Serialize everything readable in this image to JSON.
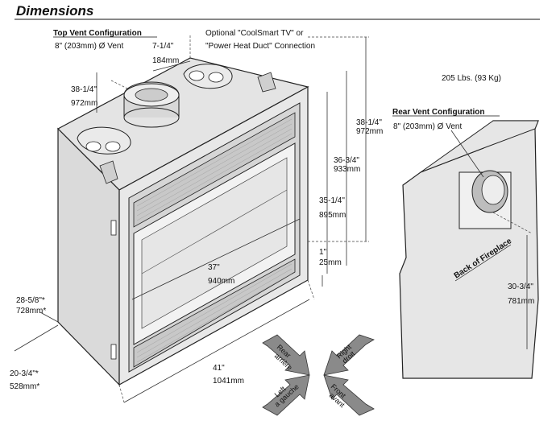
{
  "title": "Dimensions",
  "top_vent": {
    "heading": "Top Vent Configuration",
    "vent": "8\" (203mm) Ø Vent"
  },
  "optional": {
    "line1": "Optional \"CoolSmart TV\" or",
    "line2": "\"Power Heat Duct\" Connection"
  },
  "weight": "205 Lbs. (93 Kg)",
  "rear_vent": {
    "heading": "Rear Vent Configuration",
    "vent": "8\" (203mm) Ø Vent"
  },
  "back_label": "Back of Fireplace",
  "dims": {
    "d_7_in": "7-1/4\"",
    "d_7_mm": "184mm",
    "d_38a_in": "38-1/4\"",
    "d_38a_mm": "972mm",
    "d_38b_in": "38-1/4\"",
    "d_38b_mm": "972mm",
    "d_36_in": "36-3/4\"",
    "d_36_mm": "933mm",
    "d_35_in": "35-1/4\"",
    "d_35_mm": "895mm",
    "d_1_in": "1\"",
    "d_1_mm": "25mm",
    "d_37_in": "37\"",
    "d_37_mm": "940mm",
    "d_28_in": "28-5/8\"*",
    "d_28_mm": "728mm*",
    "d_20_in": "20-3/4\"*",
    "d_20_mm": "528mm*",
    "d_41_in": "41\"",
    "d_41_mm": "1041mm",
    "d_30_in": "30-3/4\"",
    "d_30_mm": "781mm"
  },
  "compass": {
    "rear": "Rear",
    "rear_fr": "arrière",
    "right": "Right",
    "right_fr": "droit",
    "left": "Left",
    "left_fr": "a gauche",
    "front": "Front",
    "front_fr": "avant"
  },
  "colors": {
    "panel": "#e2e2e2",
    "panel_dark": "#cfcfcf",
    "arrow": "#8a8a8a",
    "line": "#222222"
  }
}
